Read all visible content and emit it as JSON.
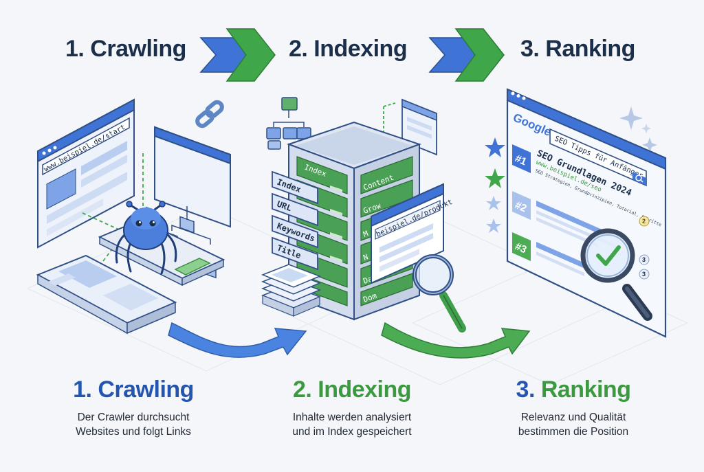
{
  "colors": {
    "blue": "#3f74d6",
    "green": "#3f9f4b",
    "navy": "#1b2f4b",
    "outline": "#2f4f86",
    "panel": "#e6edf8",
    "server_green": "#4aa155"
  },
  "steps": [
    {
      "title": "1. Crawling",
      "description_line1": "Der Crawler durchsucht",
      "description_line2": "Websites und folgt Links",
      "title_color": "#2456b0"
    },
    {
      "title": "2. Indexing",
      "description_line1": "Inhalte werden analysiert",
      "description_line2": "und im Index gespeichert",
      "title_color": "#3b9a3f"
    },
    {
      "title": "3. Ranking",
      "description_line1": "Relevanz und Qualität",
      "description_line2": "bestimmen die Position",
      "title_color": "#2456b0",
      "title_color_alt": "#3b9a3f"
    }
  ],
  "crawling": {
    "browser_url": "www.beispiel.de/start"
  },
  "indexing": {
    "server_tabs": [
      "Index",
      "URL",
      "Keywords",
      "Title"
    ],
    "server_header": "Index",
    "server_right_labels": [
      "Content",
      "Grow",
      "M",
      "N",
      "Da",
      "Dom"
    ],
    "popup_url": "beispiel.de/produkt"
  },
  "ranking": {
    "logo_text": "Google",
    "search_query": "SEO Tipps für Anfänger",
    "result1_rank": "#1",
    "result1_title": "SEO Grundlagen 2024",
    "result1_url": "www.beispiel.de/seo",
    "result1_snippet": "SEO Strategien, Grundprinzipien, Tutorial, Schritte",
    "result2_rank": "#2",
    "result3_rank": "#3",
    "side_numbers": [
      "2",
      "3",
      "3"
    ]
  }
}
